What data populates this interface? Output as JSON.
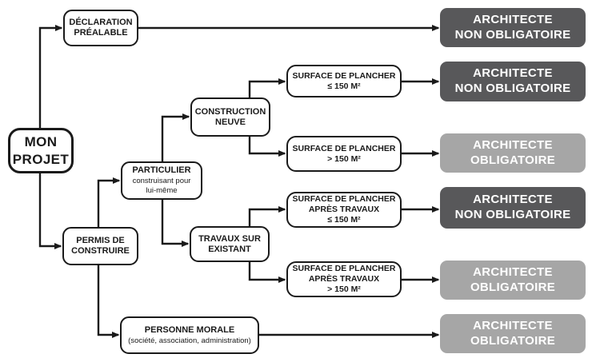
{
  "diagram": {
    "colors": {
      "line": "#1a1a1a",
      "node_bg": "#ffffff",
      "node_border": "#1a1a1a",
      "node_text": "#1a1a1a",
      "outcome_dark": "#58585a",
      "outcome_light": "#a6a6a6",
      "outcome_text": "#ffffff",
      "background": "#ffffff"
    },
    "nodes": {
      "mon_projet": {
        "line1": "MON",
        "line2": "PROJET"
      },
      "declaration_prealable": {
        "line1": "DÉCLARATION",
        "line2": "PRÉALABLE"
      },
      "permis_de_construire": {
        "line1": "PERMIS DE",
        "line2": "CONSTRUIRE"
      },
      "particulier": {
        "title": "PARTICULIER",
        "sub1": "construisant pour",
        "sub2": "lui-même"
      },
      "construction_neuve": {
        "line1": "CONSTRUCTION",
        "line2": "NEUVE"
      },
      "travaux_sur_existant": {
        "line1": "TRAVAUX SUR",
        "line2": "EXISTANT"
      },
      "surface_neuve_max150": {
        "line1": "SURFACE DE PLANCHER",
        "line2": "≤ 150 M²"
      },
      "surface_neuve_plus150": {
        "line1": "SURFACE DE PLANCHER",
        "line2": "> 150 M²"
      },
      "surface_travaux_max150": {
        "line1": "SURFACE DE PLANCHER",
        "line2": "APRÈS TRAVAUX",
        "line3": "≤ 150 M²"
      },
      "surface_travaux_plus150": {
        "line1": "SURFACE DE PLANCHER",
        "line2": "APRÈS TRAVAUX",
        "line3": "> 150 M²"
      },
      "personne_morale": {
        "title": "PERSONNE MORALE",
        "sub": "(société, association, administration)"
      }
    },
    "outcomes": [
      {
        "line1": "ARCHITECTE",
        "line2": "NON OBLIGATOIRE",
        "variant": "dark"
      },
      {
        "line1": "ARCHITECTE",
        "line2": "NON OBLIGATOIRE",
        "variant": "dark"
      },
      {
        "line1": "ARCHITECTE",
        "line2": "OBLIGATOIRE",
        "variant": "light"
      },
      {
        "line1": "ARCHITECTE",
        "line2": "NON OBLIGATOIRE",
        "variant": "dark"
      },
      {
        "line1": "ARCHITECTE",
        "line2": "OBLIGATOIRE",
        "variant": "light"
      },
      {
        "line1": "ARCHITECTE",
        "line2": "OBLIGATOIRE",
        "variant": "light"
      }
    ]
  }
}
